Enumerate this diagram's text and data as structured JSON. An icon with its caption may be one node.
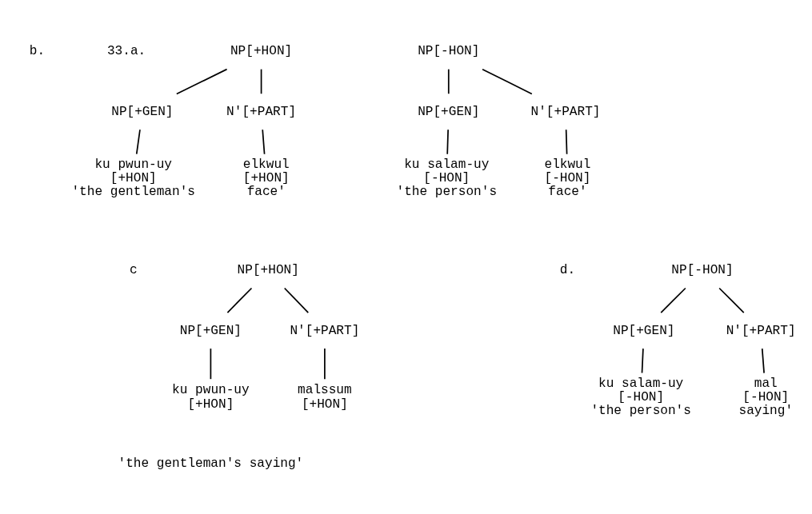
{
  "diagram": {
    "nodes": [
      {
        "text": [
          "NP[+HON]"
        ]
      },
      {
        "text": [
          "NP[+GEN]"
        ]
      },
      {
        "text": [
          "N'[+PART]"
        ]
      },
      {
        "text": [
          "ku pwun-uy",
          "[+HON]",
          "'the gentleman's"
        ]
      },
      {
        "text": [
          "elkwul",
          "[+HON]",
          "face'"
        ]
      },
      {
        "text": [
          "NP[-HON]"
        ]
      },
      {
        "text": [
          "NP[+GEN]"
        ]
      },
      {
        "text": [
          "N'[+PART]"
        ]
      },
      {
        "text": [
          "ku salam-uy",
          "[-HON]",
          "'the person's"
        ]
      },
      {
        "text": [
          "elkwul",
          "[-HON]",
          "face'"
        ]
      },
      {
        "text": [
          "NP[+HON]"
        ]
      },
      {
        "text": [
          "NP[+GEN]"
        ]
      },
      {
        "text": [
          "N'[+PART]"
        ]
      },
      {
        "text": [
          "ku pwun-uy",
          "[+HON]"
        ]
      },
      {
        "text": [
          "malssum",
          "[+HON]"
        ]
      },
      {
        "text": [
          "NP[-HON]"
        ]
      },
      {
        "text": [
          "NP[+GEN]"
        ]
      },
      {
        "text": [
          "N'[+PART]"
        ]
      },
      {
        "text": [
          "ku salam-uy",
          "[-HON]",
          "'the person's"
        ]
      },
      {
        "text": [
          "mal",
          "[-HON]",
          "saying'"
        ]
      }
    ],
    "edges": [
      {
        "from": 0,
        "to": 1,
        "arrow": "none"
      },
      {
        "from": 0,
        "to": 2,
        "arrow": "none"
      },
      {
        "from": 1,
        "to": 3,
        "arrow": "none"
      },
      {
        "from": 2,
        "to": 4,
        "arrow": "none"
      },
      {
        "from": 5,
        "to": 6,
        "arrow": "none"
      },
      {
        "from": 5,
        "to": 7,
        "arrow": "none"
      },
      {
        "from": 6,
        "to": 8,
        "arrow": "none"
      },
      {
        "from": 7,
        "to": 9,
        "arrow": "none"
      },
      {
        "from": 10,
        "to": 11,
        "arrow": "none"
      },
      {
        "from": 10,
        "to": 12,
        "arrow": "none"
      },
      {
        "from": 11,
        "to": 13,
        "arrow": "none"
      },
      {
        "from": 12,
        "to": 14,
        "arrow": "none"
      },
      {
        "from": 15,
        "to": 16,
        "arrow": "none"
      },
      {
        "from": 15,
        "to": 17,
        "arrow": "none"
      },
      {
        "from": 16,
        "to": 18,
        "arrow": "none"
      },
      {
        "from": 17,
        "to": 19,
        "arrow": "none"
      }
    ],
    "labels": [
      "33.a.",
      "b.",
      "c",
      "d.",
      "'the gentleman's saying'"
    ]
  }
}
